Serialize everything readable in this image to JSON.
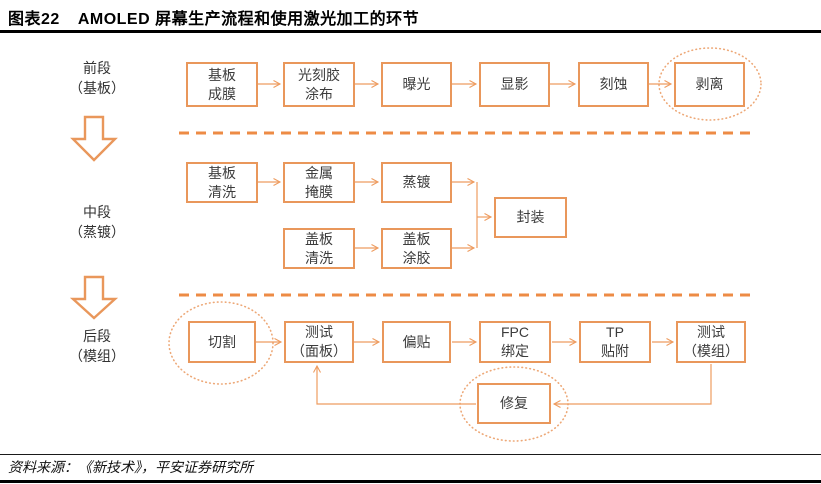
{
  "header": {
    "figure_label": "图表22",
    "title": "AMOLED 屏幕生产流程和使用激光加工的环节"
  },
  "footer": {
    "source_text": "资料来源：《新技术》，平安证券研究所"
  },
  "colors": {
    "box_border": "#E9975B",
    "flow_arrow": "#EE9C60",
    "dashed_divider": "#ED8B45",
    "laser_ellipse": "#EDA877",
    "title_text": "#000000",
    "box_text": "#3C3C3C"
  },
  "stages": {
    "front": {
      "line1": "前段",
      "line2": "（基板）"
    },
    "middle": {
      "line1": "中段",
      "line2": "（蒸镀）"
    },
    "back": {
      "line1": "后段",
      "line2": "（模组）"
    }
  },
  "flow": {
    "front_row": [
      {
        "lines": [
          "基板",
          "成膜"
        ]
      },
      {
        "lines": [
          "光刻胶",
          "涂布"
        ]
      },
      {
        "lines": [
          "曝光"
        ]
      },
      {
        "lines": [
          "显影"
        ]
      },
      {
        "lines": [
          "刻蚀"
        ]
      },
      {
        "lines": [
          "剥离"
        ],
        "laser_highlighted": true
      }
    ],
    "middle_row1": [
      {
        "lines": [
          "基板",
          "清洗"
        ]
      },
      {
        "lines": [
          "金属",
          "掩膜"
        ]
      },
      {
        "lines": [
          "蒸镀"
        ]
      }
    ],
    "middle_row2": [
      {
        "lines": [
          "盖板",
          "清洗"
        ]
      },
      {
        "lines": [
          "盖板",
          "涂胶"
        ]
      }
    ],
    "package": {
      "lines": [
        "封装"
      ]
    },
    "back_row": [
      {
        "lines": [
          "切割"
        ],
        "laser_highlighted": true
      },
      {
        "lines": [
          "测试",
          "（面板）"
        ]
      },
      {
        "lines": [
          "偏贴"
        ]
      },
      {
        "lines": [
          "FPC",
          "绑定"
        ]
      },
      {
        "lines": [
          "TP",
          "贴附"
        ]
      },
      {
        "lines": [
          "测试",
          "（模组）"
        ]
      }
    ],
    "repair": {
      "lines": [
        "修复"
      ],
      "laser_highlighted": true
    }
  }
}
